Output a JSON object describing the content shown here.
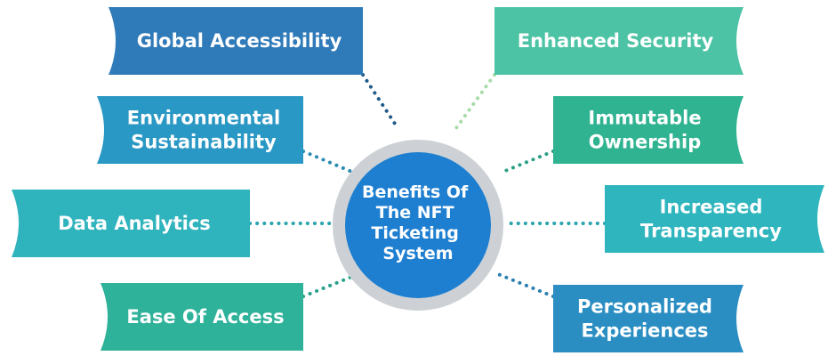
{
  "center": {
    "lines": [
      "Benefits Of",
      "The NFT",
      "Ticketing",
      "System"
    ],
    "fill_color": "#1e7fd0",
    "ring_color": "#cdd1d5"
  },
  "left_items": [
    {
      "lines": [
        "Global Accessibility"
      ],
      "color": "#2f7ab8",
      "dot_color": "#1f5a8a"
    },
    {
      "lines": [
        "Environmental",
        "Sustainability"
      ],
      "color": "#2a98c4",
      "dot_color": "#2a8ab4"
    },
    {
      "lines": [
        "Data Analytics"
      ],
      "color": "#2fb3bd",
      "dot_color": "#29a4ad"
    },
    {
      "lines": [
        "Ease Of Access"
      ],
      "color": "#2fb29a",
      "dot_color": "#27a08a"
    }
  ],
  "right_items": [
    {
      "lines": [
        "Enhanced Security"
      ],
      "color": "#4cc3a4",
      "dot_color": "#a6dba7"
    },
    {
      "lines": [
        "Immutable",
        "Ownership"
      ],
      "color": "#2fb391",
      "dot_color": "#2a9f86"
    },
    {
      "lines": [
        "Increased",
        "Transparency"
      ],
      "color": "#2fb5bd",
      "dot_color": "#29a4ad"
    },
    {
      "lines": [
        "Personalized",
        "Experiences"
      ],
      "color": "#2a8ec2",
      "dot_color": "#2a7fb0"
    }
  ]
}
